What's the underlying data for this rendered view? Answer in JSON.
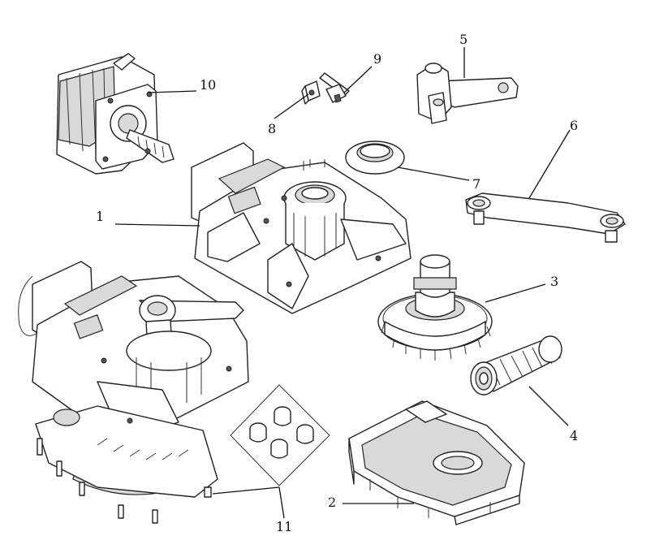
{
  "diagram": {
    "callouts": [
      {
        "id": "1",
        "label": "1"
      },
      {
        "id": "2",
        "label": "2"
      },
      {
        "id": "3",
        "label": "3"
      },
      {
        "id": "4",
        "label": "4"
      },
      {
        "id": "5",
        "label": "5"
      },
      {
        "id": "6",
        "label": "6"
      },
      {
        "id": "7",
        "label": "7"
      },
      {
        "id": "8",
        "label": "8"
      },
      {
        "id": "9",
        "label": "9"
      },
      {
        "id": "10",
        "label": "10"
      },
      {
        "id": "11",
        "label": "11"
      }
    ],
    "colors": {
      "line": "#222222",
      "shade": "#d9d9d9",
      "background": "#ffffff"
    }
  }
}
